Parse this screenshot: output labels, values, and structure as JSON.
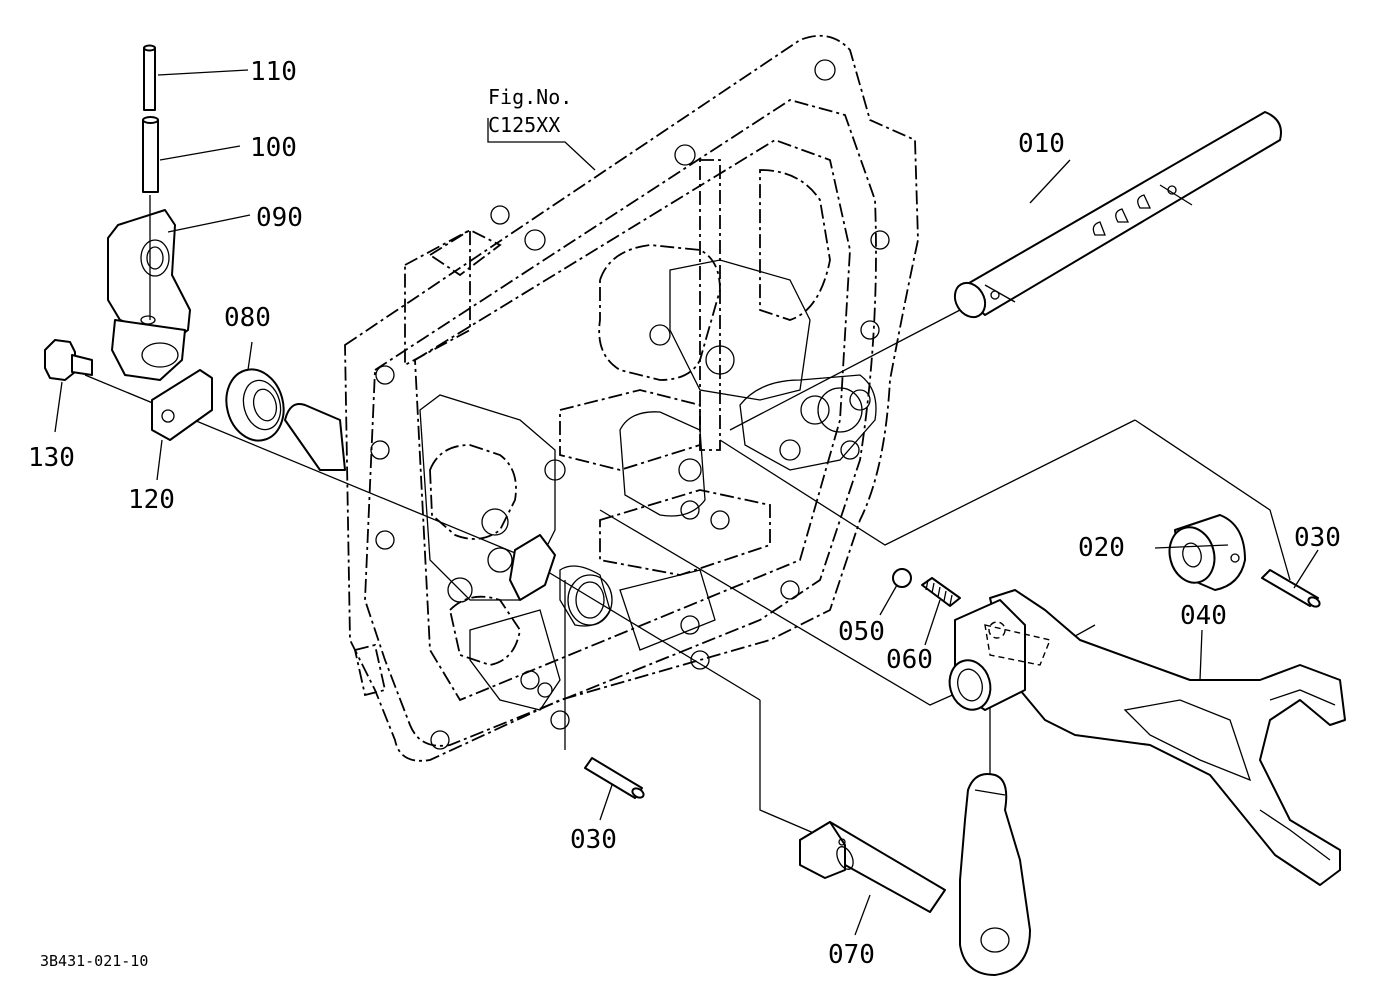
{
  "figure": {
    "ref_title": "Fig.No.",
    "ref_code": "C125XX",
    "drawing_code": "3B431-021-10"
  },
  "parts": [
    {
      "id": "p010",
      "label": "010"
    },
    {
      "id": "p020",
      "label": "020"
    },
    {
      "id": "p030a",
      "label": "030"
    },
    {
      "id": "p030b",
      "label": "030"
    },
    {
      "id": "p040",
      "label": "040"
    },
    {
      "id": "p050",
      "label": "050"
    },
    {
      "id": "p060",
      "label": "060"
    },
    {
      "id": "p070",
      "label": "070"
    },
    {
      "id": "p080",
      "label": "080"
    },
    {
      "id": "p090",
      "label": "090"
    },
    {
      "id": "p100",
      "label": "100"
    },
    {
      "id": "p110",
      "label": "110"
    },
    {
      "id": "p120",
      "label": "120"
    },
    {
      "id": "p130",
      "label": "130"
    }
  ]
}
